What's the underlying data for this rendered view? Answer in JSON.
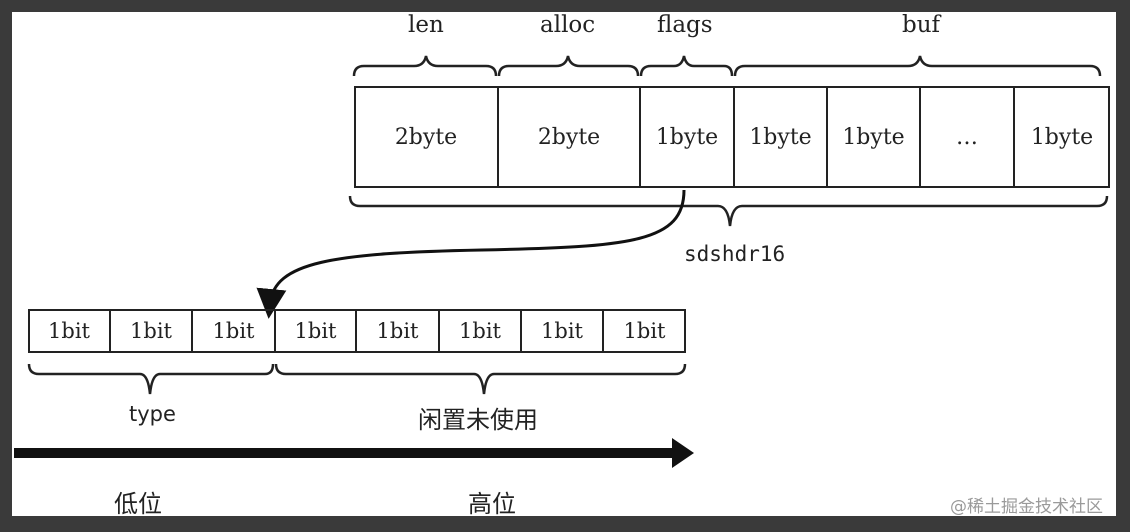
{
  "sdshdr16": {
    "fields": [
      {
        "name": "len",
        "size": "2byte"
      },
      {
        "name": "alloc",
        "size": "2byte"
      },
      {
        "name": "flags",
        "size": "1byte"
      },
      {
        "name": "buf"
      }
    ],
    "buf_cells": [
      "1byte",
      "1byte",
      "…",
      "1byte"
    ],
    "struct_label": "sdshdr16"
  },
  "flags_bits": {
    "cells": [
      "1bit",
      "1bit",
      "1bit",
      "1bit",
      "1bit",
      "1bit",
      "1bit",
      "1bit"
    ],
    "type_label": "type",
    "unused_label": "闲置未使用"
  },
  "axis": {
    "low_label": "低位",
    "high_label": "高位"
  },
  "watermark": "@稀土掘金技术社区"
}
